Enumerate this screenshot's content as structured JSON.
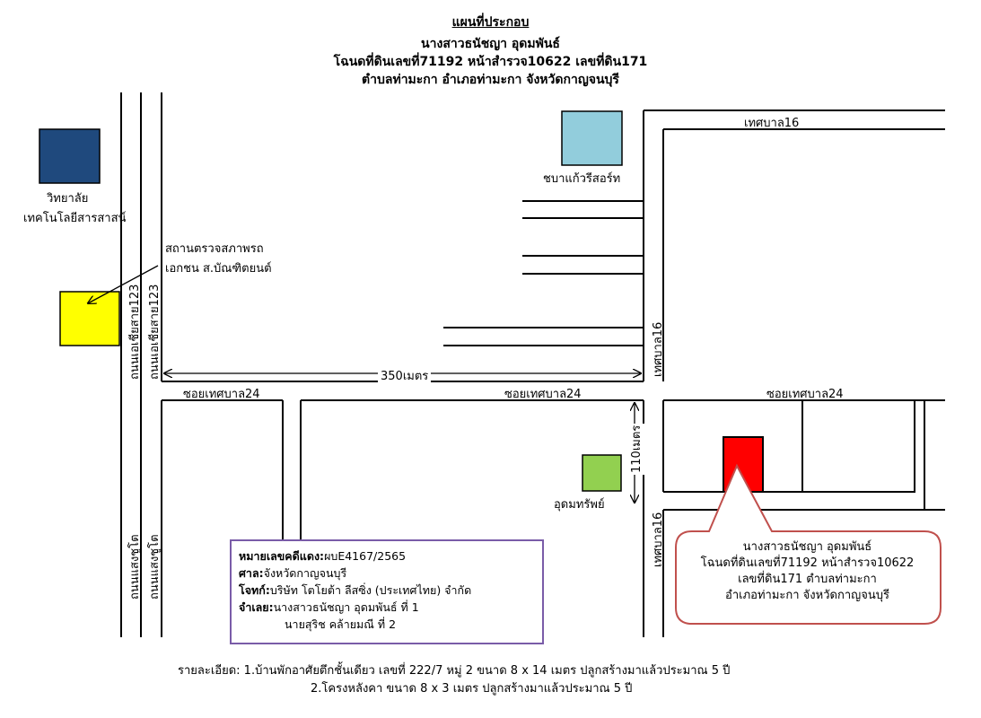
{
  "header": {
    "title": "แผนที่ประกอบ",
    "owner": "นางสาวธนัชญา อุดมพันธ์",
    "deed": "โฉนดที่ดินเลขที่71192 หน้าสำรวจ10622 เลขที่ดิน171",
    "location": "ตำบลท่ามะกา อำเภอท่ามะกา จังหวัดกาญจนบุรี"
  },
  "landmarks": {
    "college_line1": "วิทยาลัย",
    "college_line2": "เทคโนโลยีสารสาสน์",
    "inspection_line1": "สถานตรวจสภาพรถ",
    "inspection_line2": "เอกชน ส.บัณฑิตยนต์",
    "resort": "ชบาแก้วรีสอร์ท",
    "udomsap": "อุดมทรัพย์"
  },
  "roads": {
    "asia_left": "ถนนเอเชียสาย123",
    "asia_right": "ถนนเอเชียสาย123",
    "saengchuto_left": "ถนนแสงชูโต",
    "saengchuto_right": "ถนนแสงชูโต",
    "soi_left": "ซอยเทศบาล24",
    "soi_mid": "ซอยเทศบาล24",
    "soi_right": "ซอยเทศบาล24",
    "thesaban16_top": "เทศบาล16",
    "thesaban16_vert_upper": "เทศบาล16",
    "thesaban16_vert_lower": "เทศบาล16"
  },
  "distances": {
    "horizontal": "350เมตร",
    "vertical": "110เมตร"
  },
  "case": {
    "red_no_label": "หมายเลขคดีแดง:",
    "red_no_value": "ผบE4167/2565",
    "court_label": "ศาล:",
    "court_value": "จังหวัดกาญจนบุรี",
    "plaintiff_label": "โจทก์:",
    "plaintiff_value": "บริษัท โตโยต้า ลีสซิ่ง (ประเทศไทย) จำกัด",
    "defendant_label": "จำเลย:",
    "defendant_1": "นางสาวธนัชญา อุดมพันธ์ ที่ 1",
    "defendant_2": "นายสุริช คล้ายมณี ที่ 2"
  },
  "callout": {
    "line1": "นางสาวธนัชญา อุดมพันธ์",
    "line2": "โฉนดที่ดินเลขที่71192 หน้าสำรวจ10622",
    "line3": "เลขที่ดิน171 ตำบลท่ามะกา",
    "line4": "อำเภอท่ามะกา จังหวัดกาญจนบุรี"
  },
  "footer": {
    "line1": "รายละเอียด:  1.บ้านพักอาศัยตึกชั้นเดียว เลขที่ 222/7 หมู่ 2 ขนาด 8 x 14 เมตร ปลูกสร้างมาแล้วประมาณ 5 ปี",
    "line2": "2.โครงหลังคา ขนาด 8 x 3 เมตร ปลูกสร้างมาแล้วประมาณ 5 ปี"
  },
  "colors": {
    "college": "#1f497d",
    "inspection": "#ffff00",
    "resort": "#92cddc",
    "udomsap": "#92d050",
    "subject": "#ff0000",
    "case_border": "#7a5ca8",
    "callout_border": "#c0504d"
  }
}
